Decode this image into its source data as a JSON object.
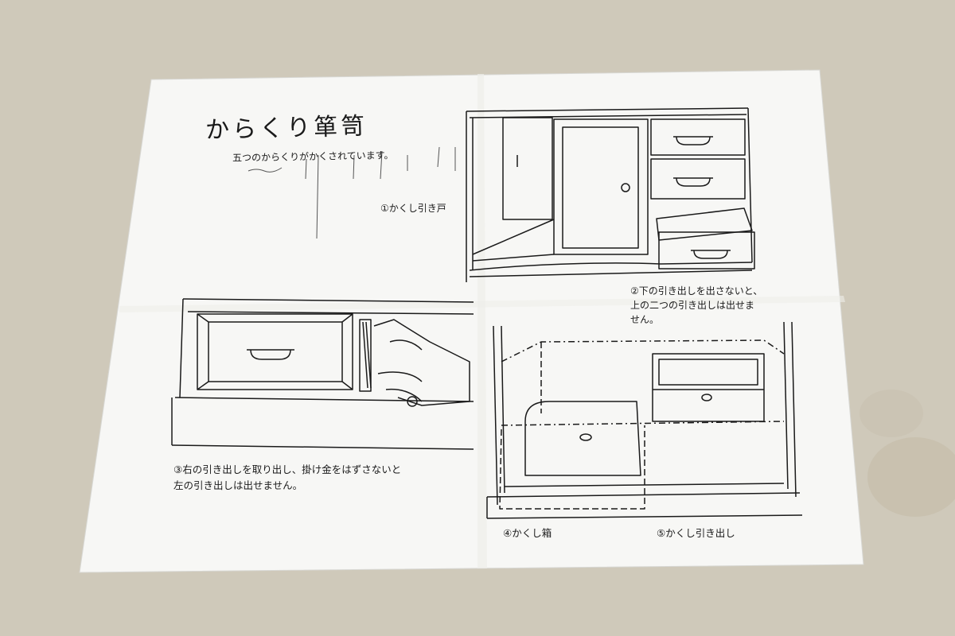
{
  "document": {
    "title": "からくり箪笥",
    "subtitle": "五つのからくりがかくされています。",
    "captions": {
      "c1": "①かくし引き戸",
      "c2_line1": "②下の引き出しを出さないと、",
      "c2_line2": "上の二つの引き出しは出せま",
      "c2_line3": "せん。",
      "c3_line1": "③右の引き出しを取り出し、掛け金をはずさないと",
      "c3_line2": "左の引き出しは出せません。",
      "c4": "④かくし箱",
      "c5": "⑤かくし引き出し"
    }
  },
  "colors": {
    "background": "#cdc7b8",
    "paper": "#f7f7f5",
    "ink": "#1a1a1a"
  }
}
